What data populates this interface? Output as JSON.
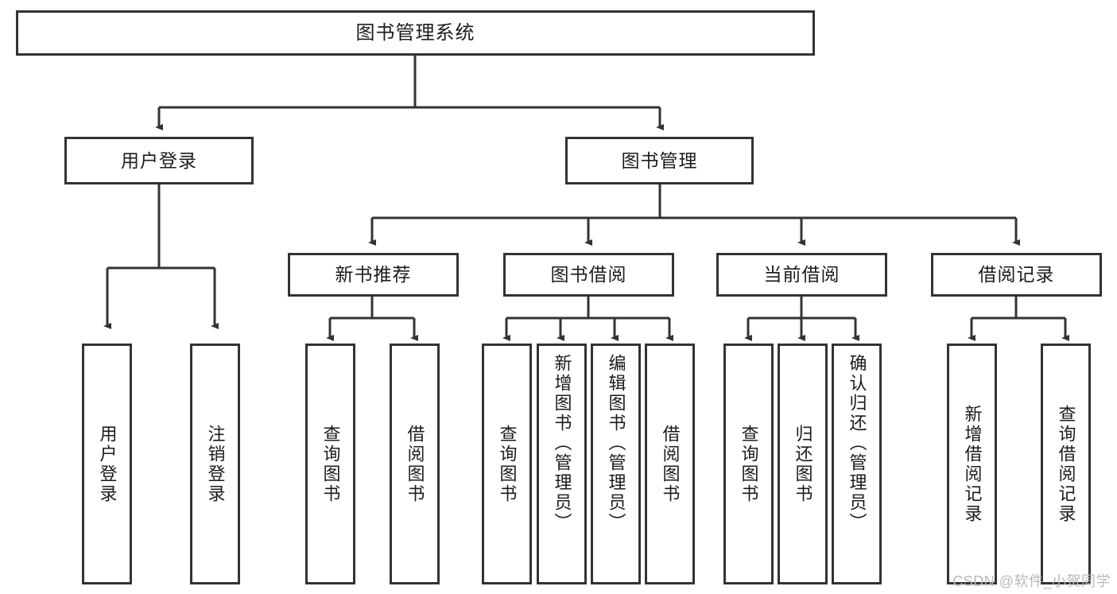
{
  "diagram": {
    "title": "图书管理系统",
    "type": "tree",
    "watermark": "CSDN @软件_小贺同学",
    "colors": {
      "box_border": "#333333",
      "box_fill": "#ffffff",
      "text": "#1c1c1c",
      "edge": "#333333",
      "watermark": "#b9b9b9"
    },
    "nodes": {
      "root": {
        "label": "图书管理系统"
      },
      "level1": [
        {
          "label": "用户登录"
        },
        {
          "label": "图书管理"
        }
      ],
      "level2": [
        {
          "label": "新书推荐"
        },
        {
          "label": "图书借阅"
        },
        {
          "label": "当前借阅"
        },
        {
          "label": "借阅记录"
        }
      ],
      "leaves": {
        "user_login": [
          {
            "label": "用户登录"
          },
          {
            "label": "注销登录"
          }
        ],
        "new_book_recommend": [
          {
            "label": "查询图书"
          },
          {
            "label": "借阅图书"
          }
        ],
        "book_borrow": [
          {
            "label": "查询图书"
          },
          {
            "label": "新增图书（管理员）"
          },
          {
            "label": "编辑图书（管理员）"
          },
          {
            "label": "借阅图书"
          }
        ],
        "current_borrow": [
          {
            "label": "查询图书"
          },
          {
            "label": "归还图书"
          },
          {
            "label": "确认归还（管理员）"
          }
        ],
        "borrow_record": [
          {
            "label": "新增借阅记录"
          },
          {
            "label": "查询借阅记录"
          }
        ]
      }
    }
  }
}
